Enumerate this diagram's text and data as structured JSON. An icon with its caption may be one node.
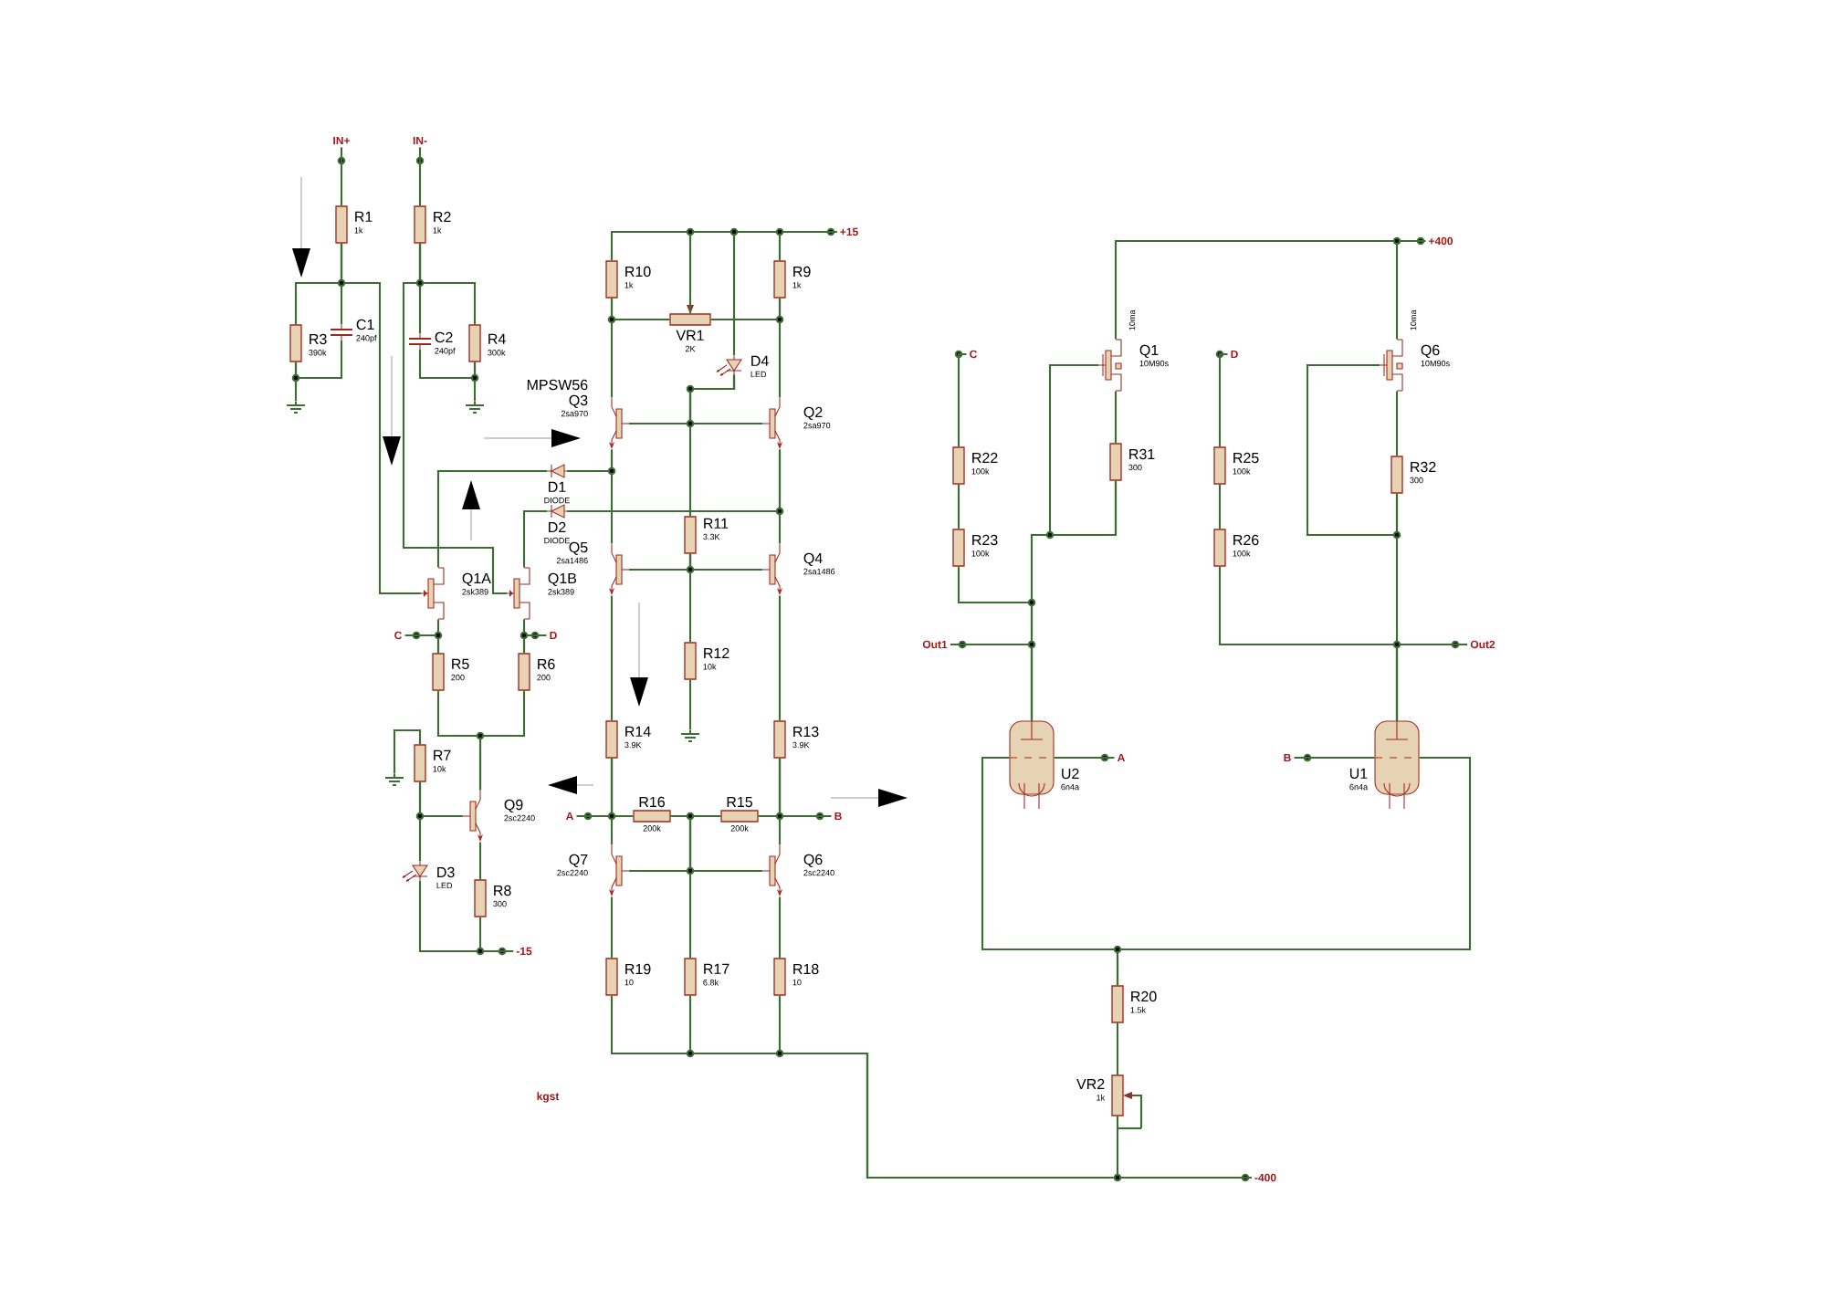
{
  "diagram": {
    "nodes": [
      {
        "text": [
          "IN+"
        ]
      },
      {
        "text": [
          "IN-"
        ]
      },
      {
        "text": [
          "R1",
          "1k"
        ]
      },
      {
        "text": [
          "R2",
          "1k"
        ]
      },
      {
        "text": [
          "R3",
          "390k"
        ]
      },
      {
        "text": [
          "C1",
          "240pf"
        ]
      },
      {
        "text": [
          "C2",
          "240pf"
        ]
      },
      {
        "text": [
          "R4",
          "300k"
        ]
      },
      {
        "text": [],
        "shape": "ground"
      },
      {
        "text": [],
        "shape": "ground"
      },
      {
        "text": [
          "Q1A",
          "2sk389"
        ]
      },
      {
        "text": [
          "Q1B",
          "2sk389"
        ]
      },
      {
        "text": [
          "D1",
          "DIODE"
        ]
      },
      {
        "text": [
          "D2",
          "DIODE"
        ]
      },
      {
        "text": [
          "C"
        ]
      },
      {
        "text": [
          "D"
        ]
      },
      {
        "text": [
          "R5",
          "200"
        ]
      },
      {
        "text": [
          "R6",
          "200"
        ]
      },
      {
        "text": [
          "R7",
          "10k"
        ]
      },
      {
        "text": [],
        "shape": "ground"
      },
      {
        "text": [
          "Q9",
          "2sc2240"
        ]
      },
      {
        "text": [
          "D3",
          "LED"
        ]
      },
      {
        "text": [
          "R8",
          "300"
        ]
      },
      {
        "text": [
          "-15"
        ]
      },
      {
        "text": [
          "+15"
        ]
      },
      {
        "text": [
          "R10",
          "1k"
        ]
      },
      {
        "text": [
          "R9",
          "1k"
        ]
      },
      {
        "text": [
          "VR1",
          "2K"
        ]
      },
      {
        "text": [
          "D4",
          "LED"
        ]
      },
      {
        "text": [
          "MPSW56",
          "Q3",
          "2sa970"
        ]
      },
      {
        "text": [
          "Q2",
          "2sa970"
        ]
      },
      {
        "text": [
          "R11",
          "3.3K"
        ]
      },
      {
        "text": [
          "Q5",
          "2sa1486"
        ]
      },
      {
        "text": [
          "Q4",
          "2sa1486"
        ]
      },
      {
        "text": [
          "R12",
          "10k"
        ]
      },
      {
        "text": [],
        "shape": "ground"
      },
      {
        "text": [
          "R14",
          "3.9K"
        ]
      },
      {
        "text": [
          "R13",
          "3.9K"
        ]
      },
      {
        "text": [
          "A"
        ]
      },
      {
        "text": [
          "B"
        ]
      },
      {
        "text": [
          "R16",
          "200k"
        ]
      },
      {
        "text": [
          "R15",
          "200k"
        ]
      },
      {
        "text": [
          "Q7",
          "2sc2240"
        ]
      },
      {
        "text": [
          "Q6",
          "2sc2240"
        ]
      },
      {
        "text": [
          "R19",
          "10"
        ]
      },
      {
        "text": [
          "R17",
          "6.8k"
        ]
      },
      {
        "text": [
          "R18",
          "10"
        ]
      },
      {
        "text": [
          "+400"
        ]
      },
      {
        "text": [
          "C"
        ]
      },
      {
        "text": [
          "D"
        ]
      },
      {
        "text": [
          "Q1",
          "10M90s"
        ],
        "beside": [
          "10ma"
        ]
      },
      {
        "text": [
          "Q6",
          "10M90s"
        ],
        "beside": [
          "10ma"
        ]
      },
      {
        "text": [
          "R22",
          "100k"
        ]
      },
      {
        "text": [
          "R23",
          "100k"
        ]
      },
      {
        "text": [
          "R31",
          "300"
        ]
      },
      {
        "text": [
          "R25",
          "100k"
        ]
      },
      {
        "text": [
          "R26",
          "100k"
        ]
      },
      {
        "text": [
          "R32",
          "300"
        ]
      },
      {
        "text": [
          "Out1"
        ]
      },
      {
        "text": [
          "Out2"
        ]
      },
      {
        "text": [
          "U2",
          "6n4a"
        ]
      },
      {
        "text": [
          "U1",
          "6n4a"
        ]
      },
      {
        "text": [
          "A"
        ]
      },
      {
        "text": [
          "B"
        ]
      },
      {
        "text": [
          "R20",
          "1.5k"
        ]
      },
      {
        "text": [
          "VR2",
          "1k"
        ]
      },
      {
        "text": [
          "-400"
        ]
      }
    ],
    "edges": [
      {
        "from": 0,
        "to": 2,
        "arrow": "none"
      },
      {
        "from": 1,
        "to": 3,
        "arrow": "none"
      },
      {
        "from": 2,
        "to": 5,
        "arrow": "none"
      },
      {
        "from": 2,
        "to": 4,
        "arrow": "none"
      },
      {
        "from": 5,
        "to": 4,
        "arrow": "none"
      },
      {
        "from": 4,
        "to": 8,
        "arrow": "none"
      },
      {
        "from": 3,
        "to": 6,
        "arrow": "none"
      },
      {
        "from": 3,
        "to": 7,
        "arrow": "none"
      },
      {
        "from": 6,
        "to": 7,
        "arrow": "none"
      },
      {
        "from": 7,
        "to": 9,
        "arrow": "none"
      },
      {
        "from": 2,
        "to": 10,
        "arrow": "none"
      },
      {
        "from": 3,
        "to": 11,
        "arrow": "none"
      },
      {
        "from": 12,
        "to": 10,
        "arrow": "none"
      },
      {
        "from": 13,
        "to": 11,
        "arrow": "none"
      },
      {
        "from": 12,
        "to": 29,
        "arrow": "none"
      },
      {
        "from": 13,
        "to": 30,
        "arrow": "none"
      },
      {
        "from": 14,
        "to": 16,
        "arrow": "none"
      },
      {
        "from": 10,
        "to": 16,
        "arrow": "none"
      },
      {
        "from": 15,
        "to": 17,
        "arrow": "none"
      },
      {
        "from": 11,
        "to": 17,
        "arrow": "none"
      },
      {
        "from": 16,
        "to": 20,
        "arrow": "none"
      },
      {
        "from": 17,
        "to": 20,
        "arrow": "none"
      },
      {
        "from": 18,
        "to": 19,
        "arrow": "none"
      },
      {
        "from": 18,
        "to": 20,
        "arrow": "none"
      },
      {
        "from": 18,
        "to": 21,
        "arrow": "none"
      },
      {
        "from": 20,
        "to": 22,
        "arrow": "none"
      },
      {
        "from": 22,
        "to": 23,
        "arrow": "none"
      },
      {
        "from": 21,
        "to": 23,
        "arrow": "none"
      },
      {
        "from": 24,
        "to": 25,
        "arrow": "none"
      },
      {
        "from": 24,
        "to": 26,
        "arrow": "none"
      },
      {
        "from": 24,
        "to": 27,
        "arrow": "none"
      },
      {
        "from": 24,
        "to": 28,
        "arrow": "none"
      },
      {
        "from": 25,
        "to": 27,
        "arrow": "none"
      },
      {
        "from": 26,
        "to": 27,
        "arrow": "none"
      },
      {
        "from": 25,
        "to": 29,
        "arrow": "none"
      },
      {
        "from": 26,
        "to": 30,
        "arrow": "none"
      },
      {
        "from": 28,
        "to": 29,
        "arrow": "none"
      },
      {
        "from": 28,
        "to": 30,
        "arrow": "none"
      },
      {
        "from": 28,
        "to": 31,
        "arrow": "none"
      },
      {
        "from": 29,
        "to": 32,
        "arrow": "none"
      },
      {
        "from": 30,
        "to": 33,
        "arrow": "none"
      },
      {
        "from": 31,
        "to": 32,
        "arrow": "none"
      },
      {
        "from": 31,
        "to": 33,
        "arrow": "none"
      },
      {
        "from": 31,
        "to": 34,
        "arrow": "none"
      },
      {
        "from": 34,
        "to": 35,
        "arrow": "none"
      },
      {
        "from": 32,
        "to": 36,
        "arrow": "none"
      },
      {
        "from": 33,
        "to": 37,
        "arrow": "none"
      },
      {
        "from": 38,
        "to": 36,
        "arrow": "none"
      },
      {
        "from": 36,
        "to": 40,
        "arrow": "none"
      },
      {
        "from": 36,
        "to": 42,
        "arrow": "none"
      },
      {
        "from": 40,
        "to": 41,
        "arrow": "none"
      },
      {
        "from": 41,
        "to": 37,
        "arrow": "none"
      },
      {
        "from": 39,
        "to": 37,
        "arrow": "none"
      },
      {
        "from": 37,
        "to": 43,
        "arrow": "none"
      },
      {
        "from": 40,
        "to": 42,
        "arrow": "none"
      },
      {
        "from": 40,
        "to": 43,
        "arrow": "none"
      },
      {
        "from": 40,
        "to": 45,
        "arrow": "none"
      },
      {
        "from": 42,
        "to": 44,
        "arrow": "none"
      },
      {
        "from": 43,
        "to": 46,
        "arrow": "none"
      },
      {
        "from": 44,
        "to": 66,
        "arrow": "none"
      },
      {
        "from": 45,
        "to": 66,
        "arrow": "none"
      },
      {
        "from": 46,
        "to": 66,
        "arrow": "none"
      },
      {
        "from": 47,
        "to": 50,
        "arrow": "none"
      },
      {
        "from": 47,
        "to": 51,
        "arrow": "none"
      },
      {
        "from": 48,
        "to": 52,
        "arrow": "none"
      },
      {
        "from": 52,
        "to": 53,
        "arrow": "none"
      },
      {
        "from": 53,
        "to": 60,
        "arrow": "none"
      },
      {
        "from": 50,
        "to": 54,
        "arrow": "none"
      },
      {
        "from": 54,
        "to": 50,
        "arrow": "none"
      },
      {
        "from": 54,
        "to": 60,
        "arrow": "none"
      },
      {
        "from": 58,
        "to": 60,
        "arrow": "none"
      },
      {
        "from": 62,
        "to": 60,
        "arrow": "none"
      },
      {
        "from": 49,
        "to": 55,
        "arrow": "none"
      },
      {
        "from": 55,
        "to": 56,
        "arrow": "none"
      },
      {
        "from": 56,
        "to": 61,
        "arrow": "none"
      },
      {
        "from": 51,
        "to": 57,
        "arrow": "none"
      },
      {
        "from": 57,
        "to": 51,
        "arrow": "none"
      },
      {
        "from": 57,
        "to": 61,
        "arrow": "none"
      },
      {
        "from": 59,
        "to": 61,
        "arrow": "none"
      },
      {
        "from": 63,
        "to": 61,
        "arrow": "none"
      },
      {
        "from": 60,
        "to": 64,
        "arrow": "none"
      },
      {
        "from": 61,
        "to": 64,
        "arrow": "none"
      },
      {
        "from": 64,
        "to": 65,
        "arrow": "none"
      },
      {
        "from": 65,
        "to": 66,
        "arrow": "none"
      }
    ],
    "labels": [
      "kgst"
    ]
  }
}
